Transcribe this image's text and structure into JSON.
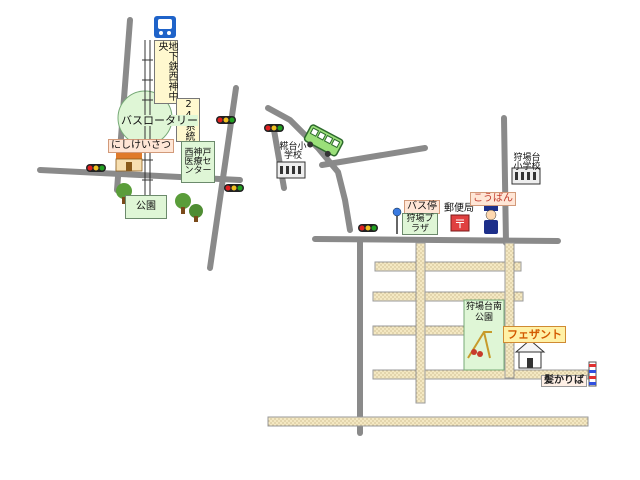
{
  "labels": {
    "subway": "地下鉄西神中央",
    "bus_rotary": "バスロータリー",
    "route24": "24系統",
    "nishikei": "にしけいさつ",
    "medical_center": "西神戸医療センター",
    "park": "公園",
    "hazedai_school": "糀台小学校",
    "bus_stop": "バス停",
    "karibaplaza": "狩場プラザ",
    "post_office": "郵便局",
    "police_box": "こうばん",
    "kariba_school": "狩場台小学校",
    "south_park": "狩場台南公園",
    "pheasant": "フェザント",
    "barber": "髪かりば"
  },
  "icons": [
    "subway-train-icon",
    "bus-icon",
    "traffic-light-icon",
    "school-icon",
    "post-office-icon",
    "police-officer-icon",
    "tree-icon",
    "shop-icon",
    "house-icon",
    "slide-icon",
    "barber-pole-icon",
    "bus-stop-icon"
  ],
  "colors": {
    "road": "#8a8a8a",
    "side_road_fill": "#f4e8c2",
    "park_green": "#dff6d6",
    "label_pink": "#ffe6d6",
    "pheasant_orange": "#d35a00",
    "traffic_red": "#e02020",
    "traffic_yellow": "#f0c020",
    "traffic_green": "#20a020"
  }
}
